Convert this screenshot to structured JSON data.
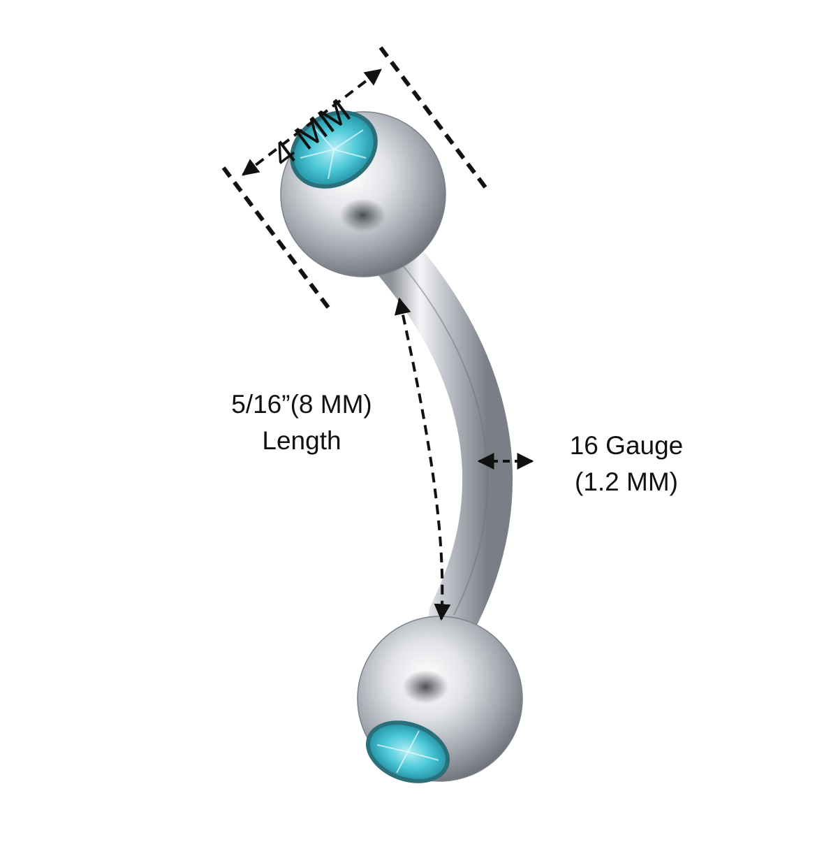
{
  "product": {
    "item": "curved barbell jewelry",
    "gem_color": "#4cc8d8",
    "metal_color": "#c9ccd1"
  },
  "dimensions": {
    "ball_diameter": "4 MM",
    "bar_length_line1": "5/16”(8 MM)",
    "bar_length_line2": "Length",
    "gauge_line1": "16 Gauge",
    "gauge_line2": "(1.2 MM)"
  }
}
